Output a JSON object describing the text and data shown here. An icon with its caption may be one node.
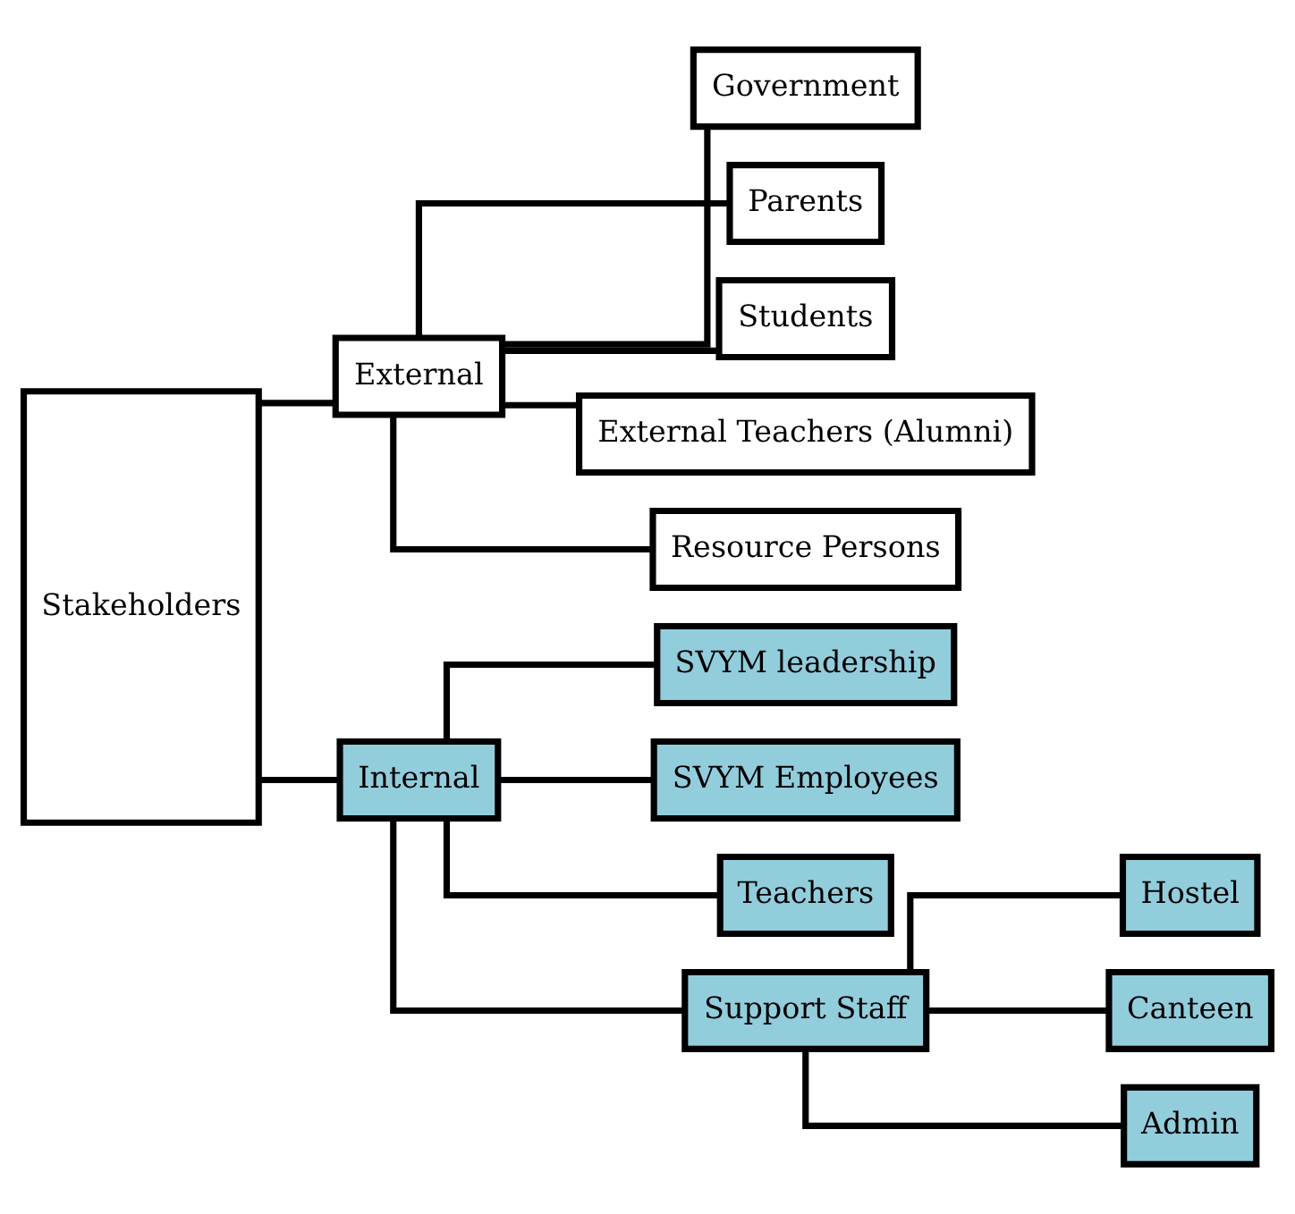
{
  "diagram": {
    "nodes": [
      {
        "text": [
          "Stakeholders"
        ]
      },
      {
        "text": [
          "External"
        ]
      },
      {
        "text": [
          "Government"
        ]
      },
      {
        "text": [
          "Parents"
        ]
      },
      {
        "text": [
          "Students"
        ]
      },
      {
        "text": [
          "External Teachers (Alumni)"
        ]
      },
      {
        "text": [
          "Resource Persons"
        ]
      },
      {
        "text": [
          "Internal"
        ]
      },
      {
        "text": [
          "SVYM leadership"
        ]
      },
      {
        "text": [
          "SVYM Employees"
        ]
      },
      {
        "text": [
          "Teachers"
        ]
      },
      {
        "text": [
          "Support Staff"
        ]
      },
      {
        "text": [
          "Hostel"
        ]
      },
      {
        "text": [
          "Canteen"
        ]
      },
      {
        "text": [
          "Admin"
        ]
      }
    ],
    "edges": [
      {
        "from": 0,
        "to": 1,
        "arrow": "none"
      },
      {
        "from": 0,
        "to": 7,
        "arrow": "none"
      },
      {
        "from": 1,
        "to": 2,
        "arrow": "none"
      },
      {
        "from": 1,
        "to": 3,
        "arrow": "none"
      },
      {
        "from": 1,
        "to": 4,
        "arrow": "none"
      },
      {
        "from": 1,
        "to": 5,
        "arrow": "none"
      },
      {
        "from": 1,
        "to": 6,
        "arrow": "none"
      },
      {
        "from": 7,
        "to": 8,
        "arrow": "none"
      },
      {
        "from": 7,
        "to": 9,
        "arrow": "none"
      },
      {
        "from": 7,
        "to": 10,
        "arrow": "none"
      },
      {
        "from": 7,
        "to": 11,
        "arrow": "none"
      },
      {
        "from": 11,
        "to": 12,
        "arrow": "none"
      },
      {
        "from": 11,
        "to": 13,
        "arrow": "none"
      },
      {
        "from": 11,
        "to": 14,
        "arrow": "none"
      }
    ]
  }
}
